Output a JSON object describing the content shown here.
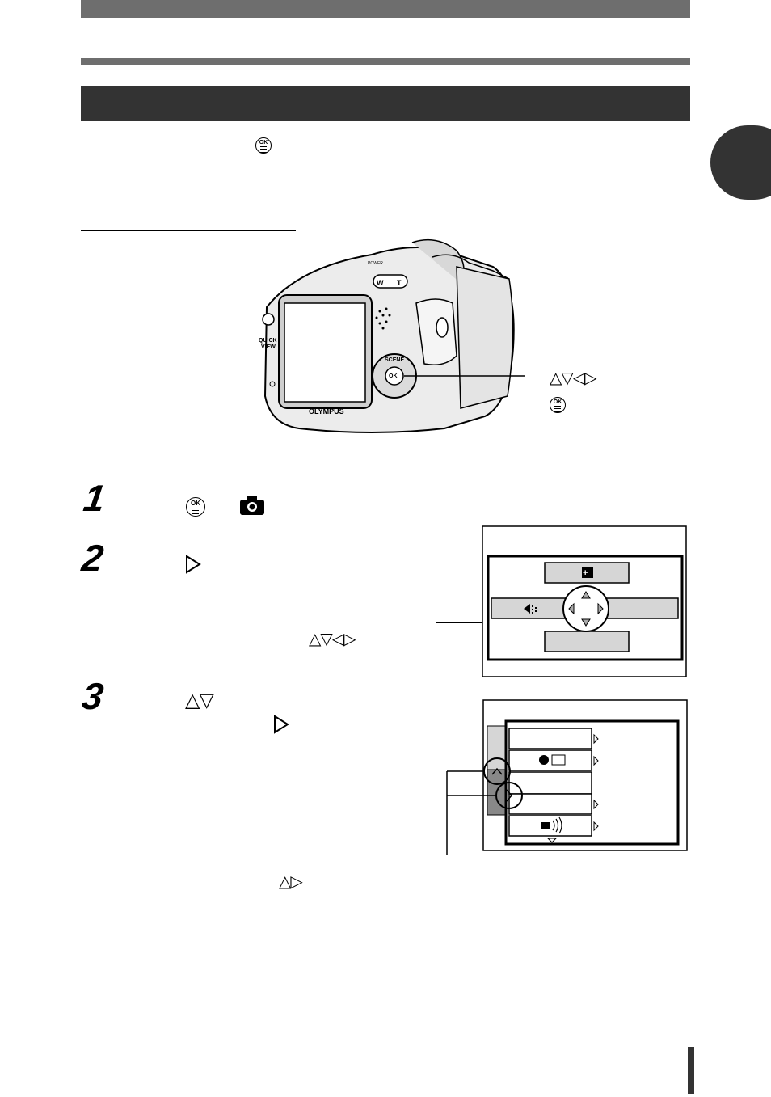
{
  "page": {
    "header_bars": [
      "top",
      "thin",
      "title"
    ],
    "accent_color": "#333333",
    "bar_color": "#6e6e6e"
  },
  "camera": {
    "brand": "OLYMPUS",
    "buttons": {
      "quick_view": "QUICK\nVIEW",
      "quick_view_line1": "QUICK",
      "quick_view_line2": "VIEW",
      "zoom_w": "W",
      "zoom_t": "T",
      "scene": "SCENE",
      "ok": "OK",
      "power": "POWER"
    }
  },
  "callouts": {
    "arrow_pad": "△▽◁▷",
    "ok_button_icon": "ok-menu-icon"
  },
  "steps": [
    {
      "number": "1",
      "icons": [
        "ok-menu-icon",
        "camera-icon"
      ]
    },
    {
      "number": "2",
      "icons": [
        "right-arrow-icon"
      ],
      "callout": "△▽◁▷"
    },
    {
      "number": "3",
      "icons": [
        "up-down-arrows-icon",
        "right-arrow-icon"
      ]
    }
  ],
  "note": {
    "arrows": "△▷"
  },
  "icons": {
    "step1_ok": "ok-menu-icon",
    "step1_camera": "camera-icon",
    "step2_right": "▷",
    "step3_updown": "△▽",
    "step3_right": "▷"
  }
}
